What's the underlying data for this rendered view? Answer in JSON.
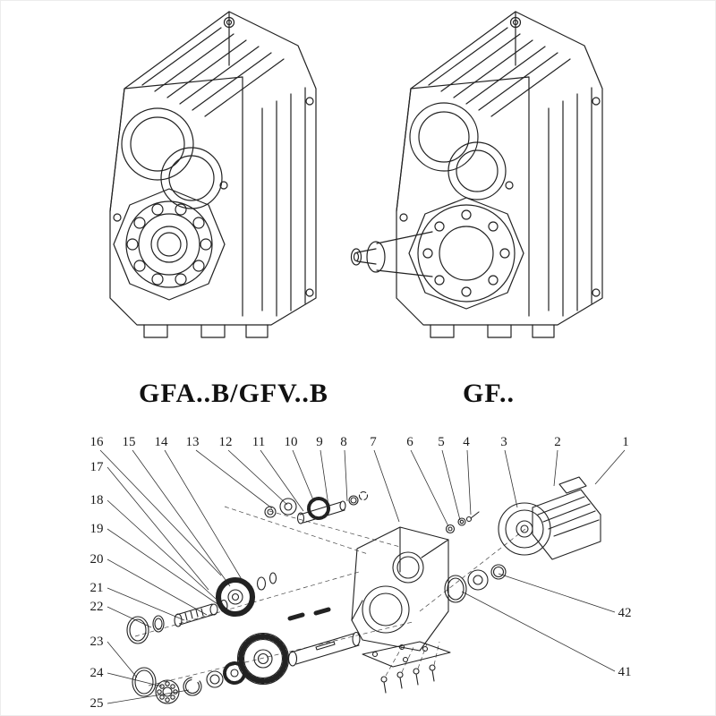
{
  "page": {
    "description": "Gear reducer catalog page: two isometric gearbox line drawings with model labels, and an exploded parts diagram with numbered callouts",
    "ink_color": "#222222",
    "background_color": "#ffffff"
  },
  "top": {
    "left_model_label": "GFA..B/GFV..B",
    "right_model_label": "GF.."
  },
  "exploded": {
    "top_row_numbers": [
      "16",
      "15",
      "14",
      "13",
      "12",
      "11",
      "10",
      "9",
      "8",
      "7",
      "6",
      "5",
      "4",
      "3",
      "2",
      "1"
    ],
    "left_column_numbers": [
      "17",
      "18",
      "19",
      "20",
      "21",
      "22",
      "23",
      "24",
      "25"
    ],
    "right_column_numbers": [
      "42",
      "41"
    ]
  }
}
